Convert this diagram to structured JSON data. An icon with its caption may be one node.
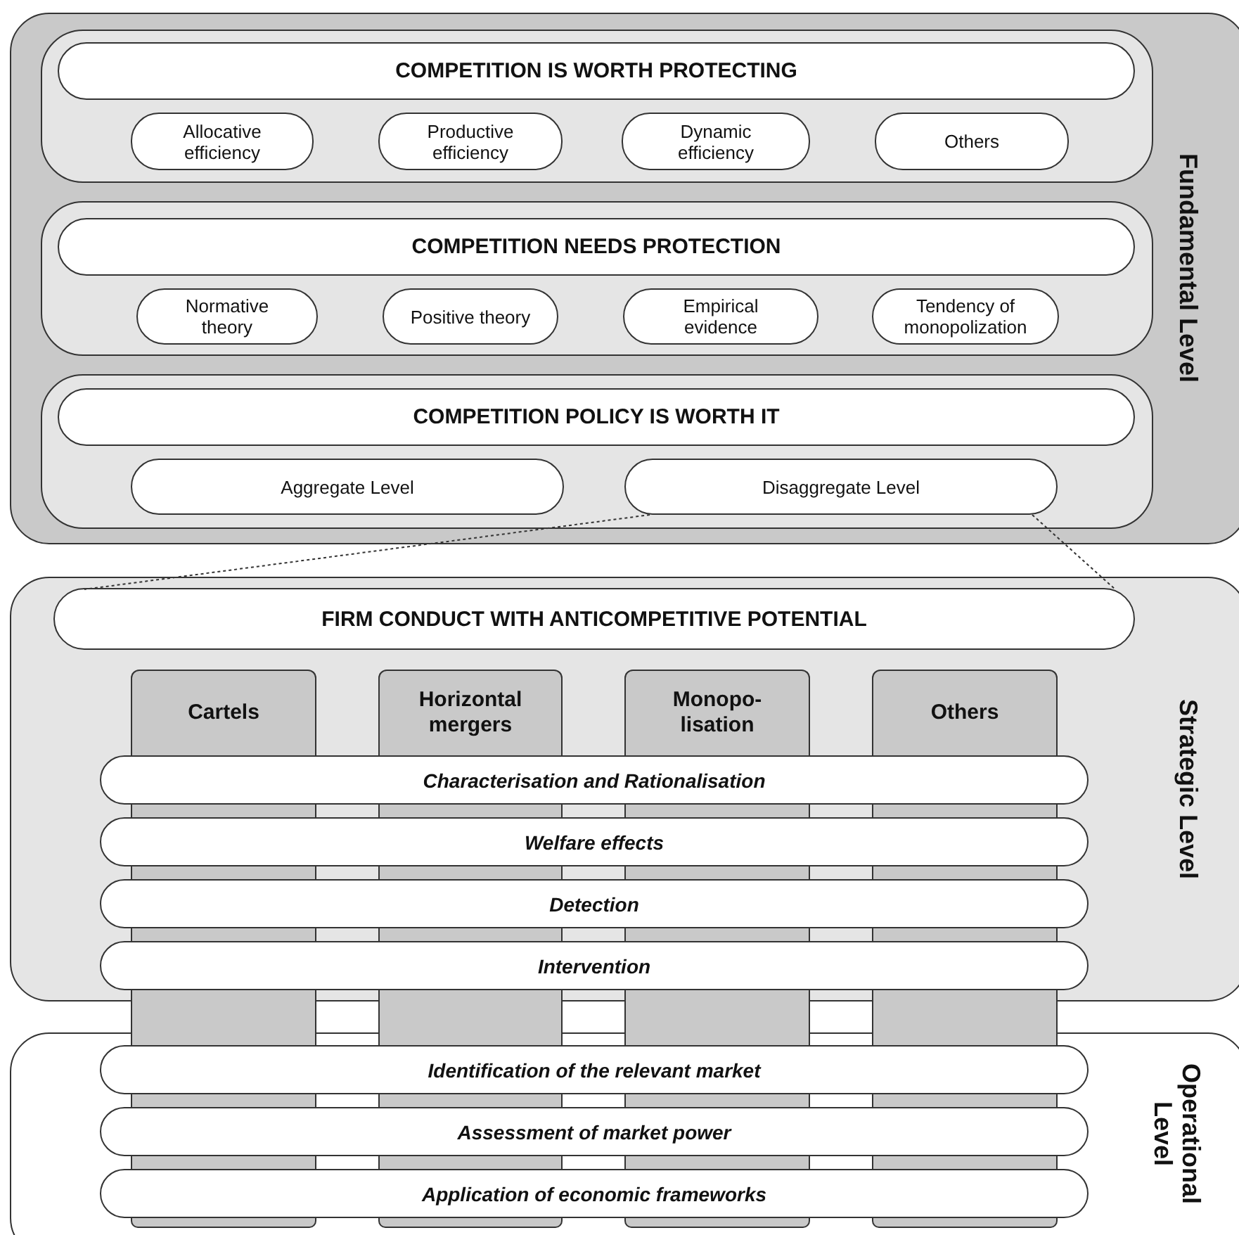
{
  "diagram": {
    "nodes": [
      {
        "text": [
          "Fundamental Level"
        ]
      },
      {
        "text": [],
        "shape": "box",
        "in": 0
      },
      {
        "text": [
          "COMPETITION IS WORTH PROTECTING"
        ],
        "in": 1
      },
      {
        "text": [
          "Allocative efficiency"
        ],
        "in": 1
      },
      {
        "text": [
          "Productive efficiency"
        ],
        "in": 1
      },
      {
        "text": [
          "Dynamic efficiency"
        ],
        "in": 1
      },
      {
        "text": [
          "Others"
        ],
        "in": 1
      },
      {
        "text": [],
        "shape": "box",
        "in": 0
      },
      {
        "text": [
          "COMPETITION NEEDS PROTECTION"
        ],
        "in": 7
      },
      {
        "text": [
          "Normative theory"
        ],
        "in": 7
      },
      {
        "text": [
          "Positive theory"
        ],
        "in": 7
      },
      {
        "text": [
          "Empirical evidence"
        ],
        "in": 7
      },
      {
        "text": [
          "Tendency of monopolization"
        ],
        "in": 7
      },
      {
        "text": [],
        "shape": "box",
        "in": 0
      },
      {
        "text": [
          "COMPETITION POLICY IS WORTH IT"
        ],
        "in": 13
      },
      {
        "text": [
          "Aggregate Level"
        ],
        "in": 13
      },
      {
        "text": [
          "Disaggregate Level"
        ],
        "in": 13
      },
      {
        "text": [
          "Strategic Level"
        ]
      },
      {
        "text": [
          "FIRM CONDUCT WITH ANTICOMPETITIVE POTENTIAL"
        ],
        "in": 17
      },
      {
        "text": [
          "Cartels"
        ]
      },
      {
        "text": [
          "Horizontal mergers"
        ]
      },
      {
        "text": [
          "Monopo- lisation"
        ]
      },
      {
        "text": [
          "Others"
        ]
      },
      {
        "text": [
          "Characterisation and Rationalisation"
        ],
        "in": 17
      },
      {
        "text": [
          "Welfare effects"
        ],
        "in": 17
      },
      {
        "text": [
          "Detection"
        ],
        "in": 17
      },
      {
        "text": [
          "Intervention"
        ],
        "in": 17
      },
      {
        "text": [
          "Operational Level"
        ]
      },
      {
        "text": [
          "Identification of the relevant market"
        ],
        "in": 27
      },
      {
        "text": [
          "Assessment of market power"
        ],
        "in": 27
      },
      {
        "text": [
          "Application of economic frameworks"
        ],
        "in": 27
      }
    ],
    "edges": [
      {
        "from": 16,
        "to": 18,
        "arrow": "none",
        "style": "dashed"
      },
      {
        "from": 16,
        "to": 18,
        "arrow": "none",
        "style": "dashed"
      }
    ]
  }
}
